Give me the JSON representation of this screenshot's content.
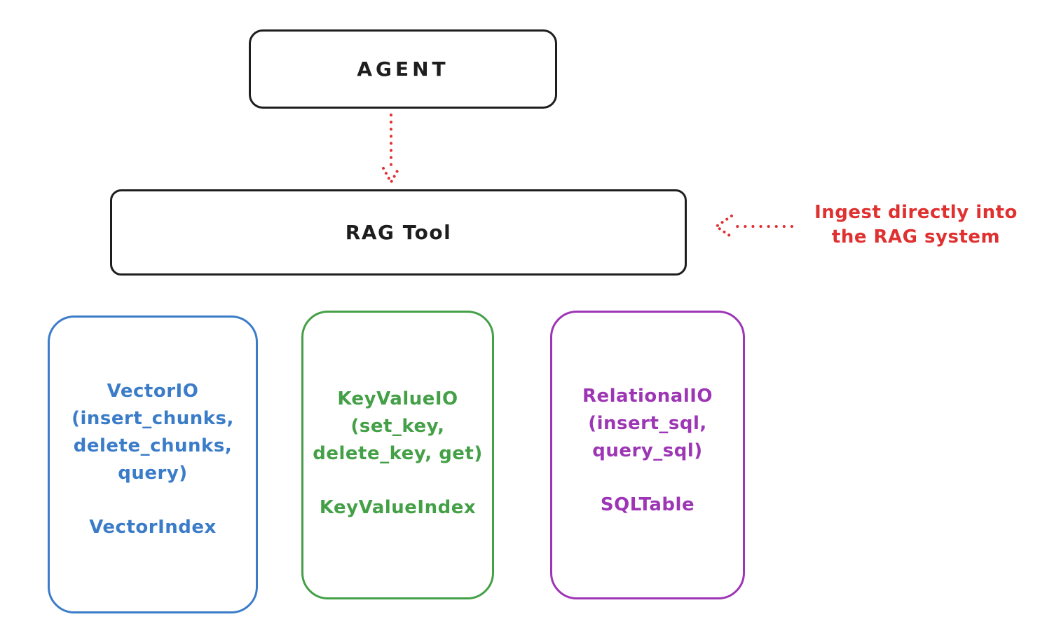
{
  "colors": {
    "ink": "#1e1e1e",
    "annotation_red": "#e03131",
    "vector_blue": "#3b7cc9",
    "keyvalue_green": "#44a047",
    "relational_purple": "#9d36b5"
  },
  "agent": {
    "label": "AGENT"
  },
  "rag_tool": {
    "label": "RAG Tool"
  },
  "ingest_note": {
    "text": "Ingest directly into\nthe RAG system"
  },
  "backends": {
    "vector": {
      "title": "VectorIO",
      "methods": "(insert_chunks,\ndelete_chunks,\nquery)",
      "index": "VectorIndex"
    },
    "keyvalue": {
      "title": "KeyValueIO",
      "methods": "(set_key,\ndelete_key, get)",
      "index": "KeyValueIndex"
    },
    "relational": {
      "title": "RelationalIO",
      "methods": "(insert_sql,\nquery_sql)",
      "index": "SQLTable"
    }
  }
}
